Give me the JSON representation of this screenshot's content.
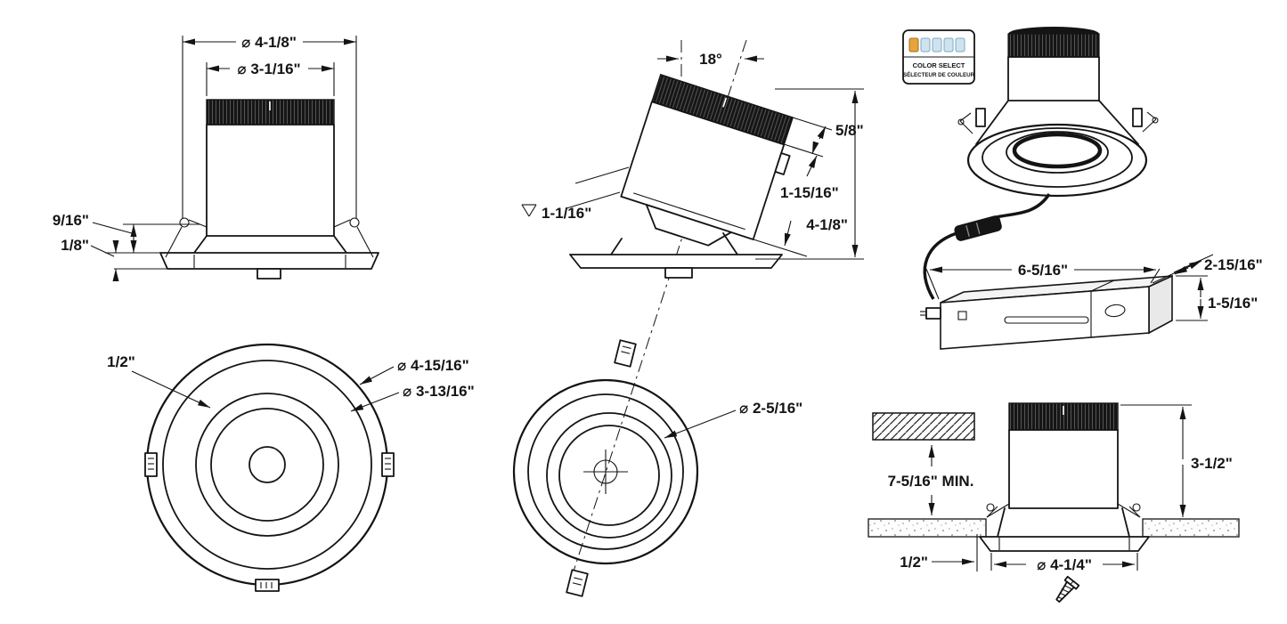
{
  "side_view": {
    "outer_dia": "⌀ 4-1/8\"",
    "inner_dia": "⌀ 3-1/16\"",
    "spring_height": "9/16\"",
    "flange_thickness": "1/8\""
  },
  "front_view": {
    "flange_lip": "1/2\"",
    "outer_dia": "⌀ 4-15/16\"",
    "trim_dia": "⌀ 3-13/16\""
  },
  "tilt_view": {
    "tilt_angle": "18°",
    "band_height": "5/8\"",
    "body_height": "1-15/16\"",
    "overall_height": "4-1/8\"",
    "recess_depth": "1-1/16\""
  },
  "gimbal_view": {
    "aperture_dia": "⌀ 2-5/16\""
  },
  "assembly_view": {
    "badge_title": "COLOR SELECT",
    "badge_subtitle": "SÉLECTEUR DE COULEUR",
    "box_length": "6-5/16\"",
    "box_depth": "2-15/16\"",
    "box_height": "1-5/16\"",
    "swatch_active_color": "#e8a33c",
    "swatch_color": "#cfe3ee"
  },
  "install_view": {
    "min_clearance": "7-5/16\" MIN.",
    "housing_height": "3-1/2\"",
    "flange_lip": "1/2\"",
    "cutout_dia": "⌀ 4-1/4\""
  }
}
